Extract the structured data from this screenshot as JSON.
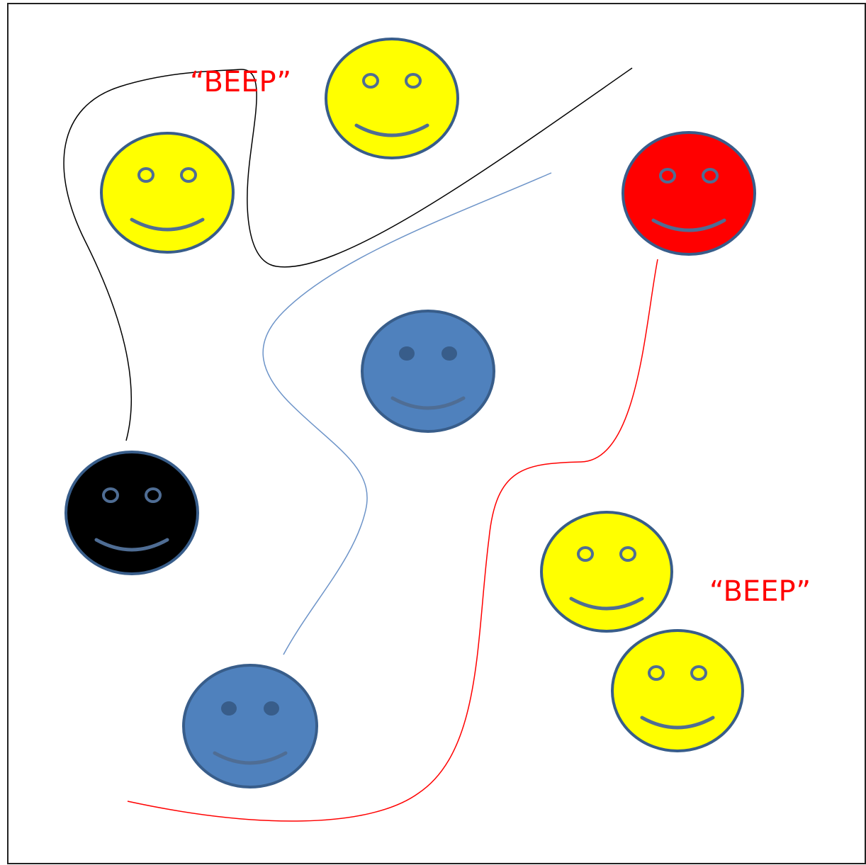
{
  "colors": {
    "frame": "#222222",
    "face_outline": "#385d8a",
    "features": "#4f6d94",
    "yellow": "#ffff00",
    "red": "#ff0000",
    "blue": "#4f81bd",
    "black": "#000000",
    "black_path": "#000000",
    "blue_path": "#6c93c8",
    "red_path": "#ff0000"
  },
  "labels": {
    "beep_1": "“BEEP”",
    "beep_2": "“BEEP”"
  },
  "faces": [
    {
      "id": "face-yellow-top",
      "fill": "yellow"
    },
    {
      "id": "face-yellow-left",
      "fill": "yellow"
    },
    {
      "id": "face-red",
      "fill": "red"
    },
    {
      "id": "face-blue-center",
      "fill": "blue"
    },
    {
      "id": "face-black",
      "fill": "black"
    },
    {
      "id": "face-yellow-right-upper",
      "fill": "yellow"
    },
    {
      "id": "face-yellow-right-lower",
      "fill": "yellow"
    },
    {
      "id": "face-blue-bottom",
      "fill": "blue"
    }
  ]
}
